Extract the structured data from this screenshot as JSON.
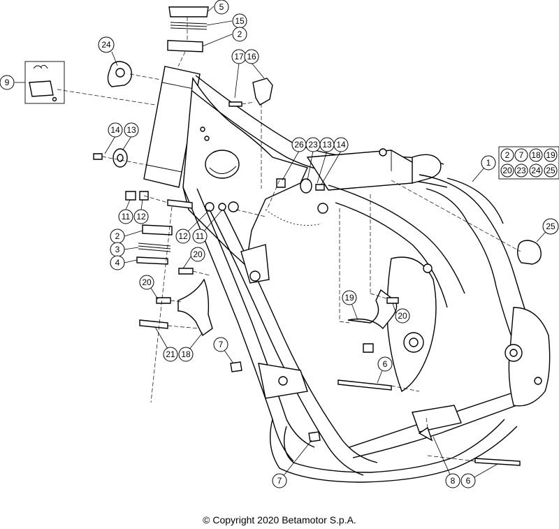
{
  "callouts": [
    {
      "id": "c5",
      "label": "5"
    },
    {
      "id": "c15",
      "label": "15"
    },
    {
      "id": "c2a",
      "label": "2"
    },
    {
      "id": "c24",
      "label": "24"
    },
    {
      "id": "c9",
      "label": "9"
    },
    {
      "id": "c17",
      "label": "17"
    },
    {
      "id": "c16",
      "label": "16"
    },
    {
      "id": "c14a",
      "label": "14"
    },
    {
      "id": "c13a",
      "label": "13"
    },
    {
      "id": "c26",
      "label": "26"
    },
    {
      "id": "c23",
      "label": "23"
    },
    {
      "id": "c13b",
      "label": "13"
    },
    {
      "id": "c14b",
      "label": "14"
    },
    {
      "id": "c1",
      "label": "1"
    },
    {
      "id": "c11a",
      "label": "11"
    },
    {
      "id": "c12a",
      "label": "12"
    },
    {
      "id": "c2b",
      "label": "2"
    },
    {
      "id": "c12b",
      "label": "12"
    },
    {
      "id": "c11b",
      "label": "11"
    },
    {
      "id": "c3",
      "label": "3"
    },
    {
      "id": "c20a",
      "label": "20"
    },
    {
      "id": "c4",
      "label": "4"
    },
    {
      "id": "c25",
      "label": "25"
    },
    {
      "id": "c20b",
      "label": "20"
    },
    {
      "id": "c19",
      "label": "19"
    },
    {
      "id": "c20c",
      "label": "20"
    },
    {
      "id": "c21",
      "label": "21"
    },
    {
      "id": "c18",
      "label": "18"
    },
    {
      "id": "c7a",
      "label": "7"
    },
    {
      "id": "c6a",
      "label": "6"
    },
    {
      "id": "c8",
      "label": "8"
    },
    {
      "id": "c6b",
      "label": "6"
    },
    {
      "id": "c7b",
      "label": "7"
    }
  ],
  "kit": {
    "row1": [
      "2",
      "7",
      "18",
      "19"
    ],
    "row2": [
      "20",
      "23",
      "24",
      "25"
    ]
  },
  "copyright": "© Copyright 2020 Betamotor S.p.A."
}
